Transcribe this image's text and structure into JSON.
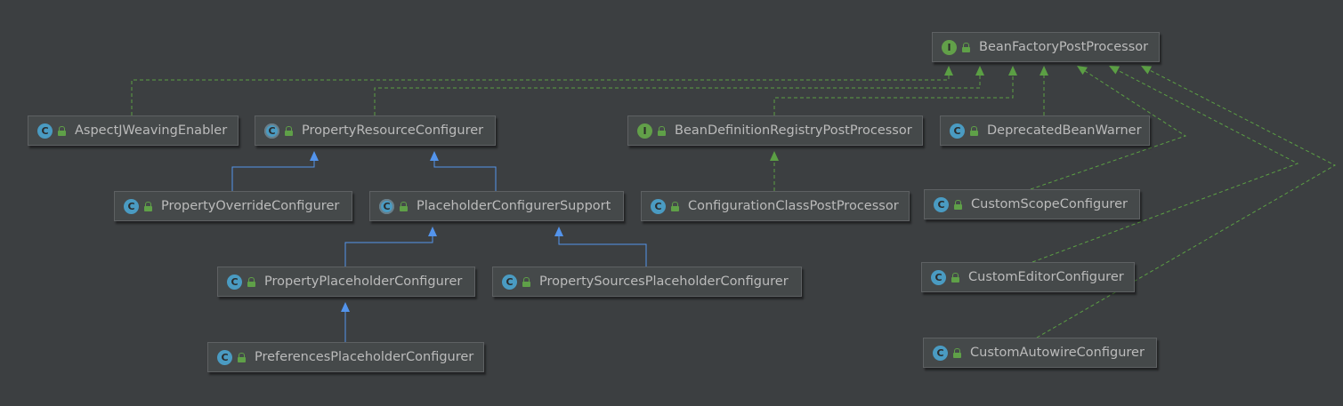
{
  "diagram": {
    "nodes": [
      {
        "id": "bfpp",
        "label": "BeanFactoryPostProcessor",
        "kind": "interface",
        "icon_letter": "I"
      },
      {
        "id": "ajwe",
        "label": "AspectJWeavingEnabler",
        "kind": "class",
        "icon_letter": "C"
      },
      {
        "id": "prc",
        "label": "PropertyResourceConfigurer",
        "kind": "abstract",
        "icon_letter": "C"
      },
      {
        "id": "bdrpp",
        "label": "BeanDefinitionRegistryPostProcessor",
        "kind": "interface",
        "icon_letter": "I"
      },
      {
        "id": "dbw",
        "label": "DeprecatedBeanWarner",
        "kind": "class",
        "icon_letter": "C"
      },
      {
        "id": "poc",
        "label": "PropertyOverrideConfigurer",
        "kind": "class",
        "icon_letter": "C"
      },
      {
        "id": "pcs",
        "label": "PlaceholderConfigurerSupport",
        "kind": "abstract",
        "icon_letter": "C"
      },
      {
        "id": "ccpp",
        "label": "ConfigurationClassPostProcessor",
        "kind": "class",
        "icon_letter": "C"
      },
      {
        "id": "csc",
        "label": "CustomScopeConfigurer",
        "kind": "class",
        "icon_letter": "C"
      },
      {
        "id": "ppc",
        "label": "PropertyPlaceholderConfigurer",
        "kind": "class",
        "icon_letter": "C"
      },
      {
        "id": "psppc",
        "label": "PropertySourcesPlaceholderConfigurer",
        "kind": "class",
        "icon_letter": "C"
      },
      {
        "id": "cec",
        "label": "CustomEditorConfigurer",
        "kind": "class",
        "icon_letter": "C"
      },
      {
        "id": "pfpc",
        "label": "PreferencesPlaceholderConfigurer",
        "kind": "class",
        "icon_letter": "C"
      },
      {
        "id": "cac",
        "label": "CustomAutowireConfigurer",
        "kind": "class",
        "icon_letter": "C"
      }
    ],
    "edges": [
      {
        "from": "ajwe",
        "to": "bfpp",
        "type": "implements"
      },
      {
        "from": "prc",
        "to": "bfpp",
        "type": "implements"
      },
      {
        "from": "bdrpp",
        "to": "bfpp",
        "type": "extends-interface"
      },
      {
        "from": "dbw",
        "to": "bfpp",
        "type": "implements"
      },
      {
        "from": "csc",
        "to": "bfpp",
        "type": "implements"
      },
      {
        "from": "cec",
        "to": "bfpp",
        "type": "implements"
      },
      {
        "from": "cac",
        "to": "bfpp",
        "type": "implements"
      },
      {
        "from": "ccpp",
        "to": "bdrpp",
        "type": "implements"
      },
      {
        "from": "poc",
        "to": "prc",
        "type": "extends"
      },
      {
        "from": "pcs",
        "to": "prc",
        "type": "extends"
      },
      {
        "from": "ppc",
        "to": "pcs",
        "type": "extends"
      },
      {
        "from": "psppc",
        "to": "pcs",
        "type": "extends"
      },
      {
        "from": "pfpc",
        "to": "ppc",
        "type": "extends"
      }
    ],
    "colors": {
      "background": "#3c3f41",
      "node_fill": "#45494a",
      "node_text": "#bbbbbb",
      "class_icon": "#4a9bc2",
      "interface_icon": "#62a049",
      "extends_line": "#5394ec",
      "implements_line": "#5b9f44"
    }
  }
}
